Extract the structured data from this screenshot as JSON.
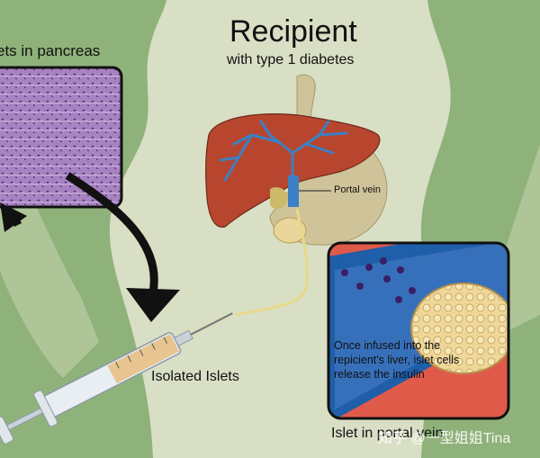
{
  "title": "Recipient",
  "subtitle": "with type 1 diabetes",
  "labels": {
    "pancreas_panel": "ets in pancreas",
    "portal_vein": "Portal vein",
    "isolated_islets": "Isolated Islets",
    "inset_caption": "Islet in portal vein",
    "callout": "Once infused into the repicient's liver, islet cells release the insulin"
  },
  "watermark": "知乎 @一型姐姐Tina",
  "colors": {
    "background": "#8fb27a",
    "body_silhouette": "#d8dfc4",
    "liver": "#b8462e",
    "portal_vein": "#3d7fc4",
    "islet_tissue": "#f0dca0",
    "vessel_wall": "#1f5ea8",
    "inset_background": "#e05a4a",
    "tissue_purple": "#9c76b8",
    "arrow": "#111111"
  }
}
